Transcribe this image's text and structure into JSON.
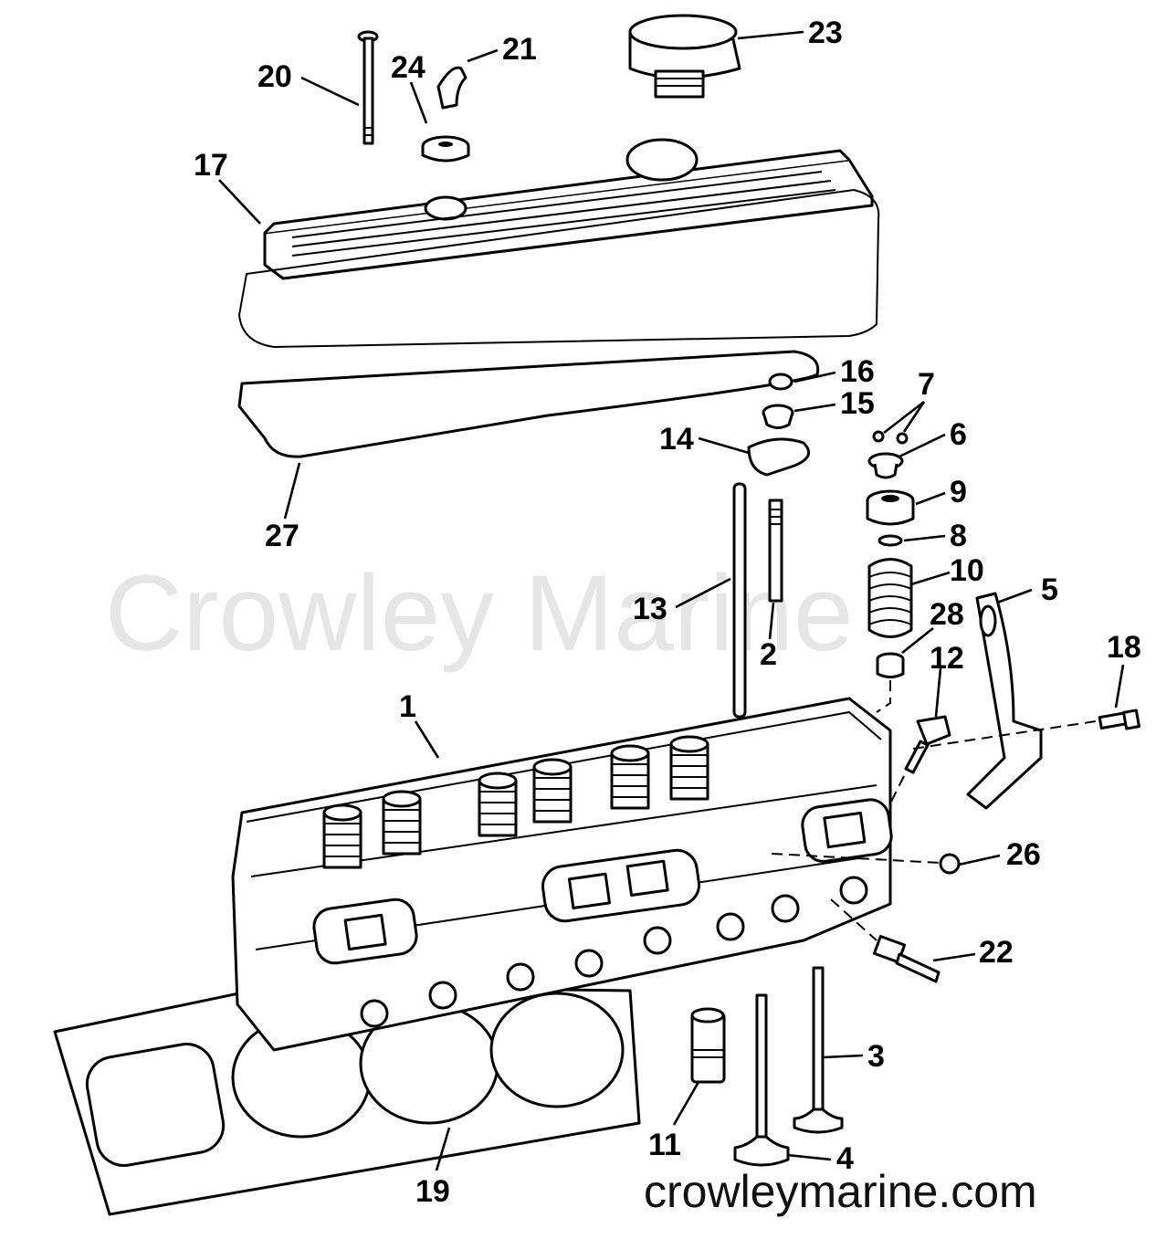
{
  "watermark": "Crowley Marine",
  "website": "crowleymarine.com",
  "callouts": [
    {
      "id": "1",
      "label": "1"
    },
    {
      "id": "2",
      "label": "2"
    },
    {
      "id": "3",
      "label": "3"
    },
    {
      "id": "4",
      "label": "4"
    },
    {
      "id": "5",
      "label": "5"
    },
    {
      "id": "6",
      "label": "6"
    },
    {
      "id": "7",
      "label": "7"
    },
    {
      "id": "8",
      "label": "8"
    },
    {
      "id": "9",
      "label": "9"
    },
    {
      "id": "10",
      "label": "10"
    },
    {
      "id": "11",
      "label": "11"
    },
    {
      "id": "12",
      "label": "12"
    },
    {
      "id": "13",
      "label": "13"
    },
    {
      "id": "14",
      "label": "14"
    },
    {
      "id": "15",
      "label": "15"
    },
    {
      "id": "16",
      "label": "16"
    },
    {
      "id": "17",
      "label": "17"
    },
    {
      "id": "18",
      "label": "18"
    },
    {
      "id": "19",
      "label": "19"
    },
    {
      "id": "20",
      "label": "20"
    },
    {
      "id": "21",
      "label": "21"
    },
    {
      "id": "22",
      "label": "22"
    },
    {
      "id": "23",
      "label": "23"
    },
    {
      "id": "24",
      "label": "24"
    },
    {
      "id": "26",
      "label": "26"
    },
    {
      "id": "27",
      "label": "27"
    },
    {
      "id": "28",
      "label": "28"
    }
  ]
}
